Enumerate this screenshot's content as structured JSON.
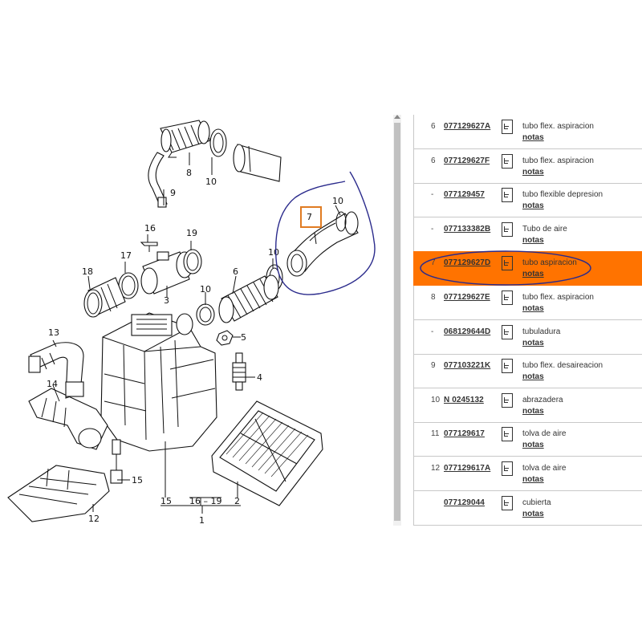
{
  "diagram": {
    "callouts": {
      "c1": "1",
      "c2": "2",
      "c3": "3",
      "c4": "4",
      "c5": "5",
      "c6": "6",
      "c7": "7",
      "c8": "8",
      "c9": "9",
      "c10a": "10",
      "c10b": "10",
      "c10c": "10",
      "c12": "12",
      "c13": "13",
      "c14": "14",
      "c15a": "15",
      "c15b": "15",
      "c16a": "16",
      "c16b": "16 – 19",
      "c17": "17",
      "c18": "18",
      "c19": "19"
    },
    "annotation_color": "#2b2b8c",
    "highlight_box_color": "#e07b22"
  },
  "parts_list": {
    "selected_color": "#ff7300",
    "rows": [
      {
        "pos": "6",
        "code": "077129627A",
        "desc": "tubo flex. aspiracion",
        "notes": "notas"
      },
      {
        "pos": "6",
        "code": "077129627F",
        "desc": "tubo flex. aspiracion",
        "notes": "notas"
      },
      {
        "pos": "-",
        "code": "077129457",
        "desc": "tubo flexible depresion",
        "notes": "notas"
      },
      {
        "pos": "-",
        "code": "077133382B",
        "desc": "Tubo de aire",
        "notes": "notas"
      },
      {
        "pos": "7",
        "code": "077129627D",
        "desc": "tubo aspiracion",
        "notes": "notas"
      },
      {
        "pos": "8",
        "code": "077129627E",
        "desc": "tubo flex. aspiracion",
        "notes": "notas"
      },
      {
        "pos": "-",
        "code": "068129644D",
        "desc": "tubuladura",
        "notes": "notas"
      },
      {
        "pos": "9",
        "code": "077103221K",
        "desc": "tubo flex. desaireacion",
        "notes": "notas"
      },
      {
        "pos": "10",
        "code": "N 0245132",
        "desc": "abrazadera",
        "notes": "notas"
      },
      {
        "pos": "11",
        "code": "077129617",
        "desc": "tolva de aire",
        "notes": "notas"
      },
      {
        "pos": "12",
        "code": "077129617A",
        "desc": "tolva de aire",
        "notes": "notas"
      },
      {
        "pos": "",
        "code": "077129044",
        "desc": "cubierta",
        "notes": "notas"
      }
    ]
  }
}
